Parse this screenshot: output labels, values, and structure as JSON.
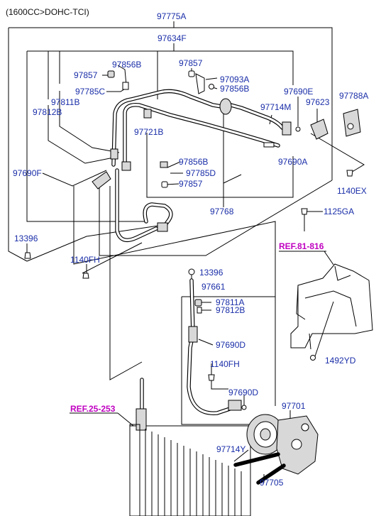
{
  "header": "(1600CC>DOHC-TCI)",
  "refs": {
    "ref_81_816": "REF.81-816",
    "ref_25_253": "REF.25-253"
  },
  "parts": {
    "p97775A": "97775A",
    "p97634F": "97634F",
    "p97856B_top": "97856B",
    "p97857_left": "97857",
    "p97785C": "97785C",
    "p97811B": "97811B",
    "p97812B_left": "97812B",
    "p97857_mid": "97857",
    "p97093A": "97093A",
    "p97856B_mid": "97856B",
    "p97690E": "97690E",
    "p97788A": "97788A",
    "p97714M": "97714M",
    "p97623": "97623",
    "p97721B": "97721B",
    "p97856B_low": "97856B",
    "p97785D": "97785D",
    "p97857_low": "97857",
    "p97690A": "97690A",
    "p1140EX": "1140EX",
    "p97690F": "97690F",
    "p97768": "97768",
    "p1125GA": "1125GA",
    "p13396_left": "13396",
    "p1140FH_left": "1140FH",
    "p13396_right": "13396",
    "p97661": "97661",
    "p97811A": "97811A",
    "p97812B_right": "97812B",
    "p97690D_top": "97690D",
    "p1140FH_right": "1140FH",
    "p97690D_low": "97690D",
    "p97701": "97701",
    "p1492YD": "1492YD",
    "p97714Y": "97714Y",
    "p97705": "97705"
  },
  "colors": {
    "label": "#1a2ea8",
    "ref": "#c000c0",
    "line": "#000000"
  }
}
